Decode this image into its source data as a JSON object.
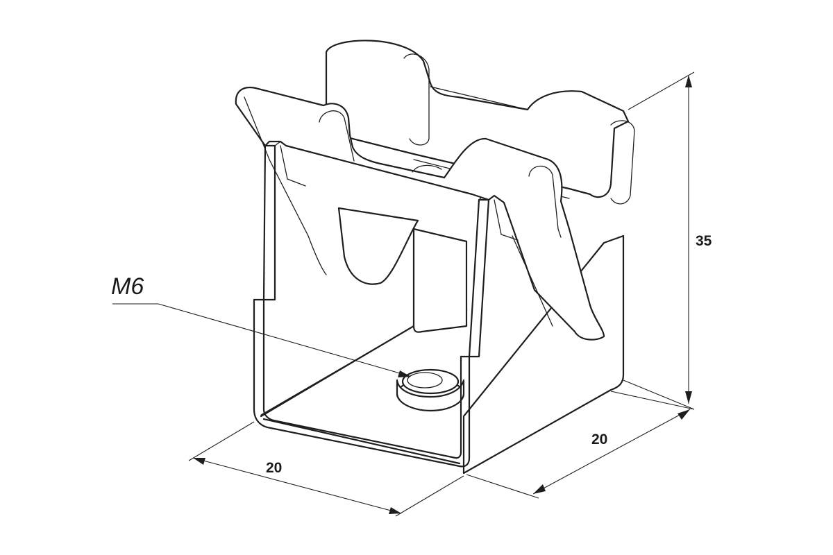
{
  "dimensions": {
    "width_label": "20",
    "depth_label": "20",
    "height_label": "35"
  },
  "callout": {
    "thread_label": "M6"
  }
}
